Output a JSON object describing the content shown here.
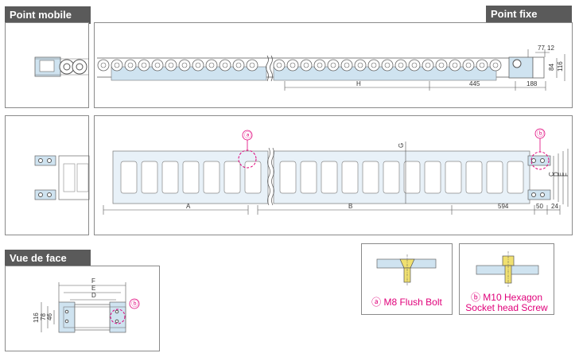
{
  "labels": {
    "point_mobile": "Point mobile",
    "point_fixe": "Point fixe",
    "vue_de_face": "Vue de face"
  },
  "top_dims": {
    "d77": "77",
    "d12": "12",
    "d84": "84",
    "d116": "116",
    "H": "H",
    "d445": "445",
    "d188": "188"
  },
  "mid_dims": {
    "A": "A",
    "B": "B",
    "d594": "594",
    "d50": "50",
    "d24": "24",
    "G": "G",
    "C": "C",
    "D": "D",
    "E": "E",
    "F": "F",
    "mark_a": "ⓐ",
    "mark_b": "ⓑ"
  },
  "front_dims": {
    "F": "F",
    "E": "E",
    "D": "D",
    "d116": "116",
    "d78": "78",
    "d46": "46",
    "mark_b": "ⓑ"
  },
  "details": {
    "bolt_a": "ⓐ M8 Flush Bolt",
    "bolt_b_line1": "ⓑ M10 Hexagon",
    "bolt_b_line2": "Socket head Screw"
  }
}
